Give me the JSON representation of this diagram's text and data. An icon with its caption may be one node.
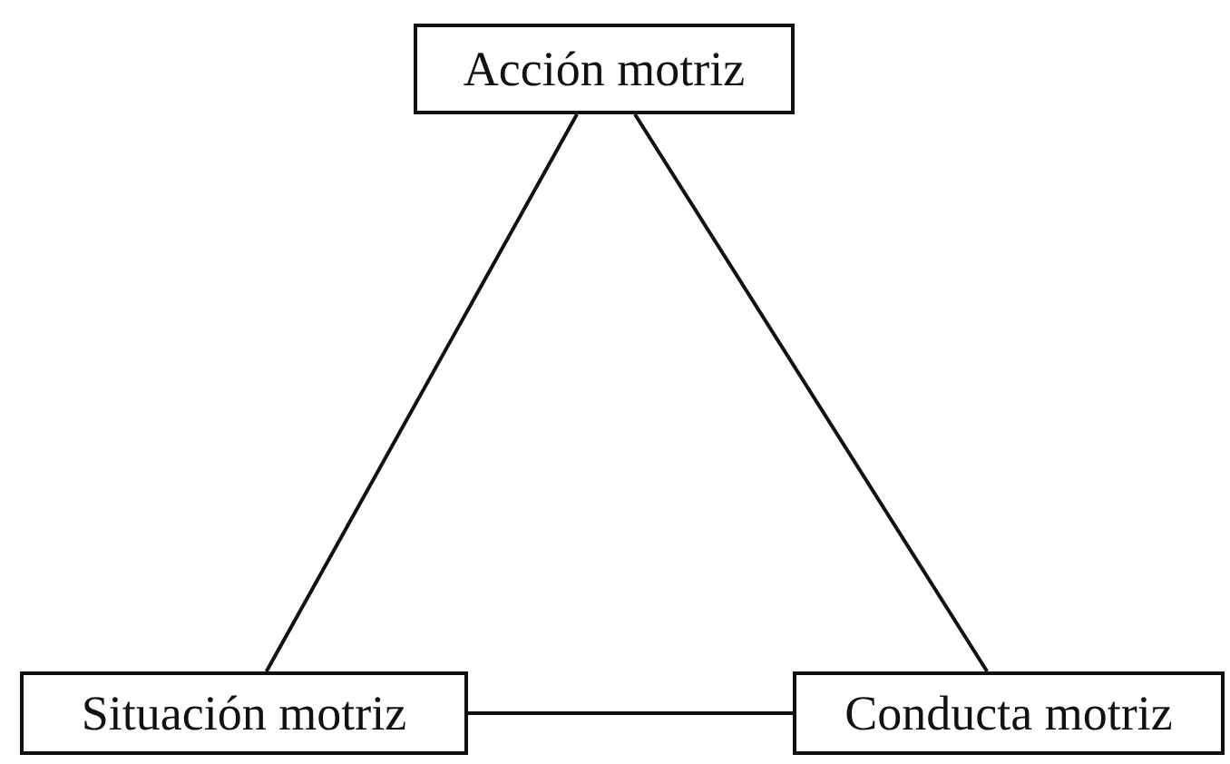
{
  "diagram": {
    "nodes": [
      {
        "text": [
          "Acción motriz"
        ]
      },
      {
        "text": [
          "Situación motriz"
        ]
      },
      {
        "text": [
          "Conducta motriz"
        ]
      }
    ],
    "edges": [
      {
        "from": 0,
        "to": 1,
        "arrow": "none"
      },
      {
        "from": 0,
        "to": 2,
        "arrow": "none"
      },
      {
        "from": 1,
        "to": 2,
        "arrow": "none"
      }
    ]
  }
}
